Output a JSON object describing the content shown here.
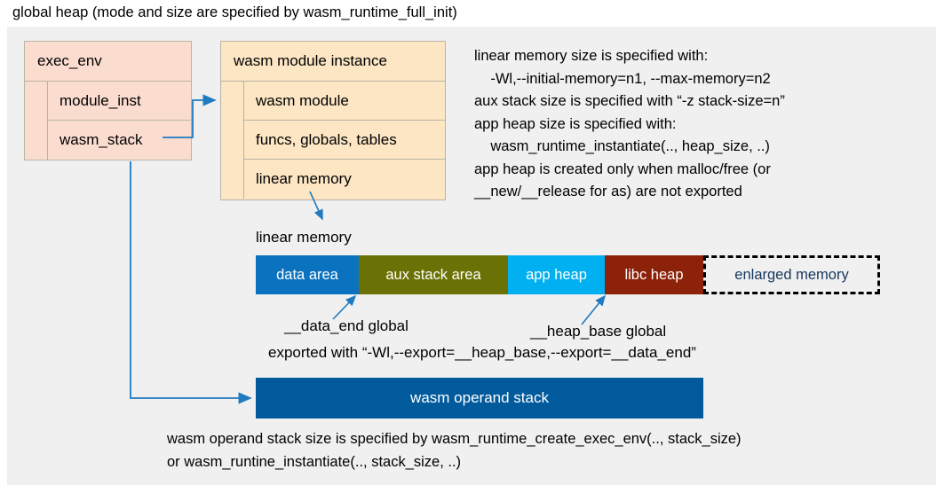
{
  "title": "global heap (mode and size are specified by wasm_runtime_full_init)",
  "colors": {
    "panel_bg": "#f0f0f0",
    "exec_env_fill": "#fbddd0",
    "module_inst_fill": "#fce6c4",
    "box_border": "#b9b3a4",
    "arrow": "#1f7ac0",
    "data_area": "#0b72c0",
    "aux_stack_area": "#6b7205",
    "app_heap": "#00b0f0",
    "libc_heap": "#8b2209",
    "enlarged_memory_text": "#17375e",
    "operand_stack": "#015a9c"
  },
  "exec_env": {
    "header": "exec_env",
    "rows": [
      "module_inst",
      "wasm_stack"
    ]
  },
  "module_instance": {
    "header": "wasm module instance",
    "rows": [
      "wasm module",
      "funcs, globals, tables",
      "linear memory"
    ]
  },
  "info_text": "linear memory size is specified with:\n    -Wl,--initial-memory=n1, --max-memory=n2\naux stack size is specified with “-z stack-size=n”\napp heap size is specified with:\n    wasm_runtime_instantiate(.., heap_size, ..)\napp heap is created only when malloc/free (or\n__new/__release for as) are not exported",
  "linear_memory": {
    "label": "linear memory",
    "segments": [
      {
        "label": "data area",
        "color": "#0b72c0",
        "width": 116,
        "dashed": false
      },
      {
        "label": "aux stack area",
        "color": "#6b7205",
        "width": 168,
        "dashed": false
      },
      {
        "label": "app heap",
        "color": "#00b0f0",
        "width": 109,
        "dashed": false
      },
      {
        "label": "libc heap",
        "color": "#8b2209",
        "width": 111,
        "dashed": false
      },
      {
        "label": "enlarged memory",
        "color": "#f0f0f0",
        "width": 199,
        "dashed": true
      }
    ]
  },
  "annotations": {
    "data_end": "__data_end global",
    "heap_base": "__heap_base global",
    "exported": "exported with “-Wl,--export=__heap_base,--export=__data_end”"
  },
  "operand_stack": {
    "label": "wasm operand stack",
    "note": "wasm operand stack size is specified by wasm_runtime_create_exec_env(.., stack_size)\nor wasm_runtine_instantiate(.., stack_size, ..)"
  }
}
